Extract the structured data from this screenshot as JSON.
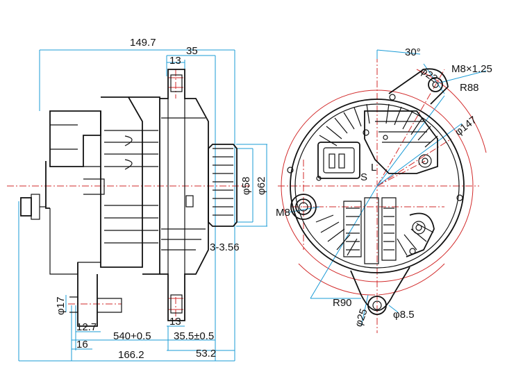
{
  "side_view": {
    "overall_length": "149.7",
    "pulley_offset": "35",
    "ear_top_width": "13",
    "pulley_dia_inner": "φ58",
    "pulley_dia_outer": "φ62",
    "pulley_grooves": "3-3.56",
    "ear_bottom_width": "13",
    "bolt_hole_dia": "φ17",
    "dim_12_7": "12.7",
    "dim_16": "16",
    "dim_540": "540+0.5",
    "dim_35_5": "35.5±0.5",
    "dim_166_2": "166.2",
    "dim_53_2": "53.2"
  },
  "front_view": {
    "angle": "30°",
    "top_ear_dia": "φ22",
    "thread": "M8×1.25",
    "radius_top": "R88",
    "case_dia": "φ147",
    "terminal_l": "L",
    "terminal_s": "S",
    "b_terminal": "M8",
    "radius_bottom": "R90",
    "bottom_ear_dia": "φ25",
    "bottom_hole_dia": "φ8.5"
  },
  "colors": {
    "outline": "#111111",
    "dimension": "#1a9bd6",
    "centerline": "#d22a2a"
  }
}
